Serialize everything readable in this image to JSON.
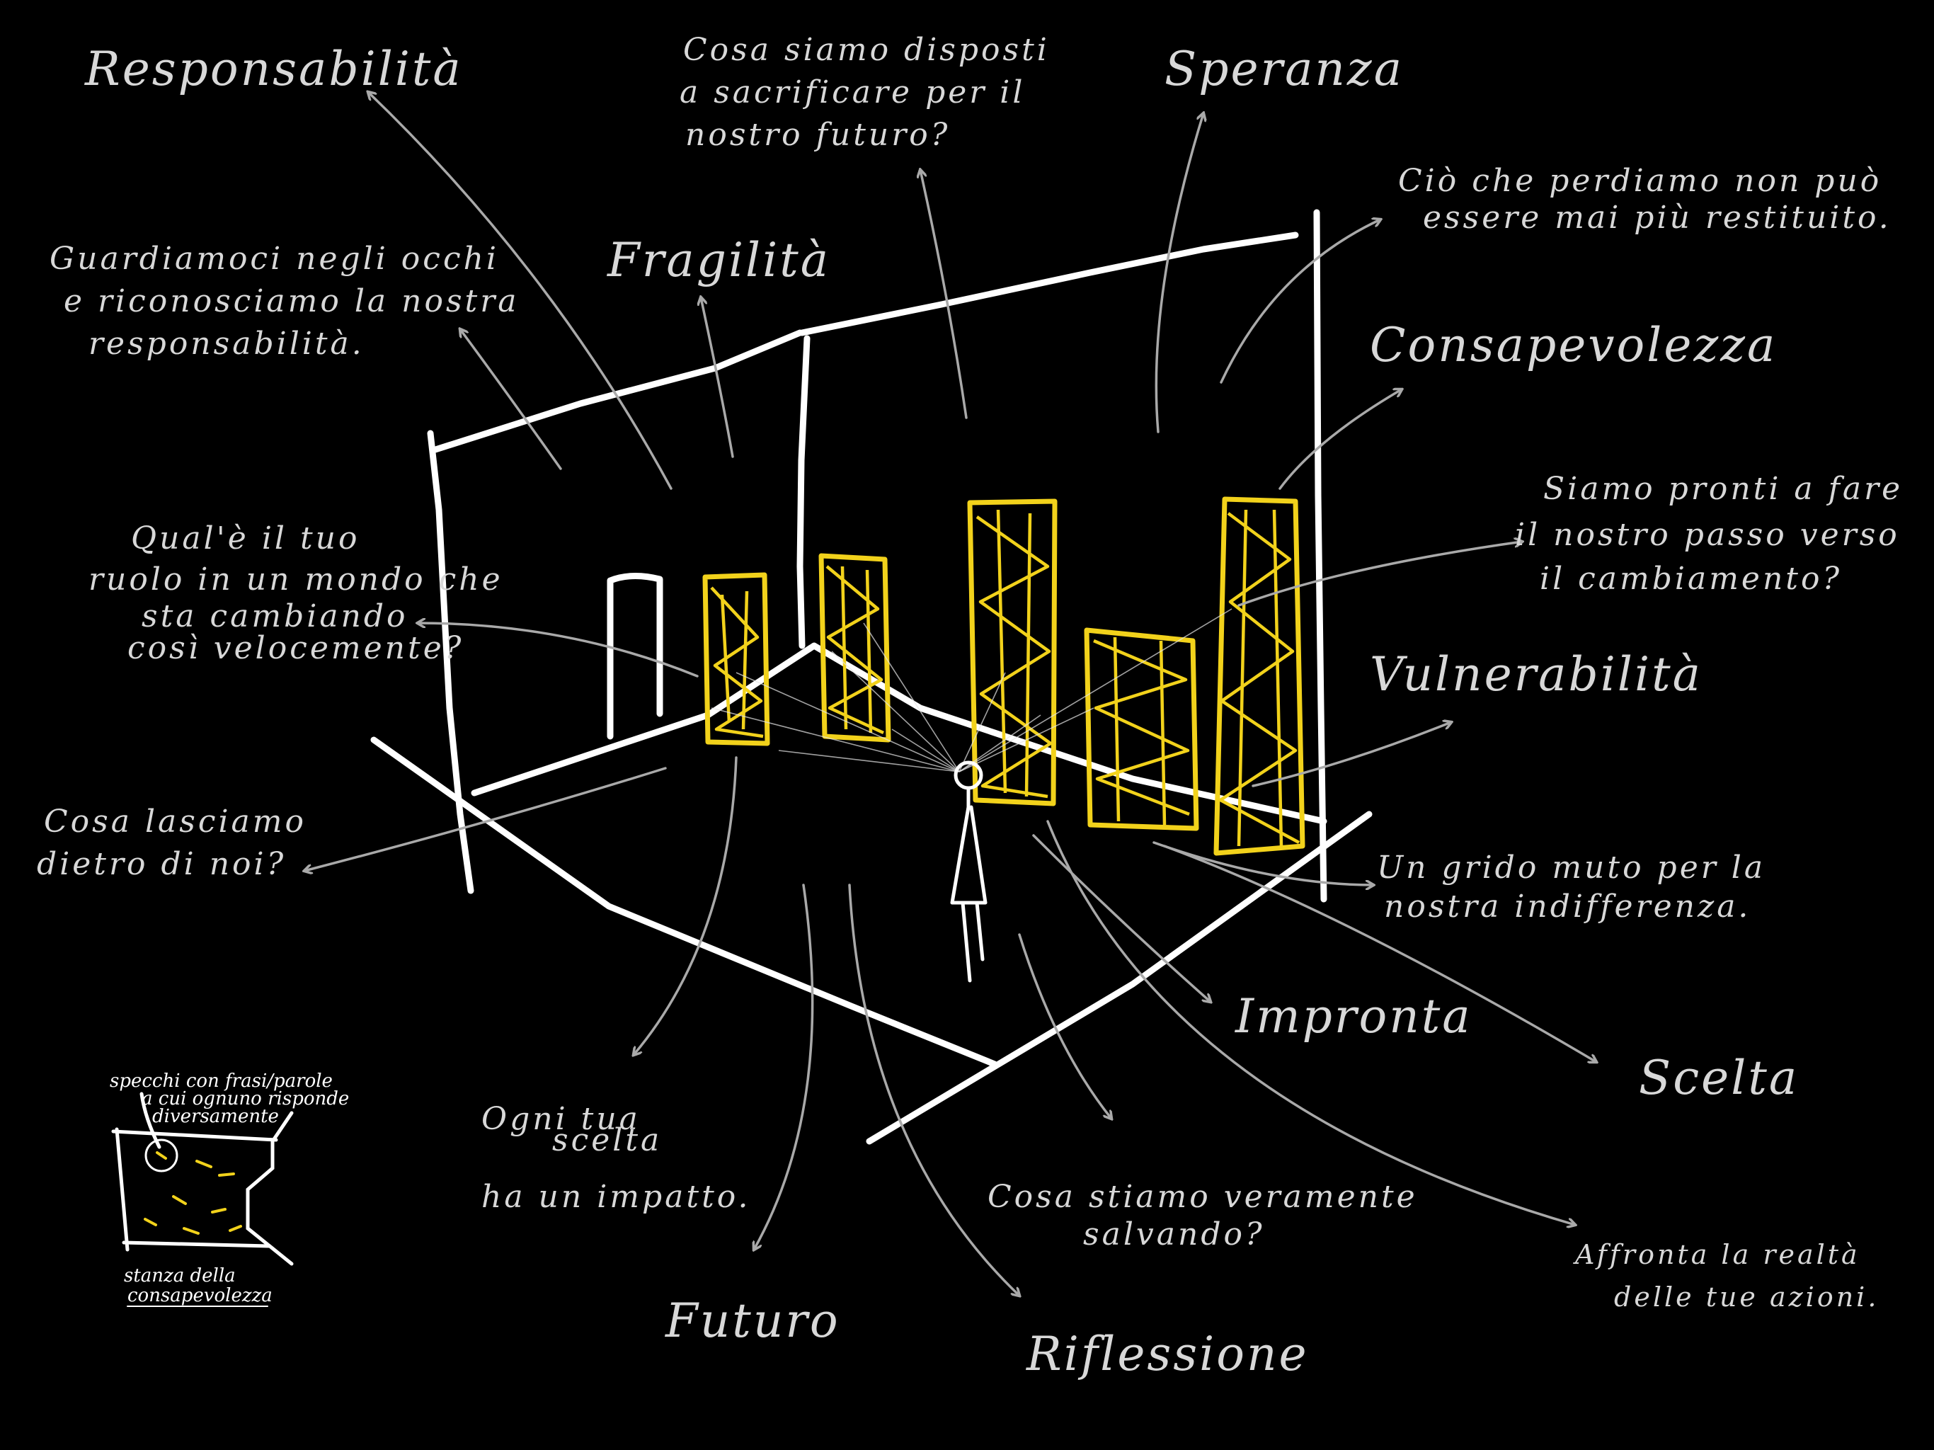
{
  "colors": {
    "background": "#000000",
    "structure": "#ffffff",
    "mirrors": "#f2d21b",
    "arrows": "#a9a9a9",
    "text": "#d8d8d8"
  },
  "keywords": {
    "responsabilita": "Responsabilità",
    "fragilita": "Fragilità",
    "speranza": "Speranza",
    "consapevolezza": "Consapevolezza",
    "vulnerabilita": "Vulnerabilità",
    "impronta": "Impronta",
    "scelta": "Scelta",
    "futuro": "Futuro",
    "riflessione": "Riflessione"
  },
  "notes": {
    "sacrificare": [
      "Cosa siamo disposti",
      "a sacrificare per il",
      "nostro futuro?"
    ],
    "guardiamoci": [
      "Guardiamoci negli occhi",
      "e riconosciamo la nostra",
      "responsabilità."
    ],
    "perdiamo": [
      "Ciò che perdiamo non può",
      "essere mai più restituito."
    ],
    "ruolo": [
      "Qual'è il tuo",
      "ruolo in un mondo che",
      "sta cambiando",
      "così velocemente?"
    ],
    "pronti": [
      "Siamo pronti a fare",
      "il nostro passo verso",
      "il cambiamento?"
    ],
    "lasciamo": [
      "Cosa lasciamo",
      "dietro di noi?"
    ],
    "grido": [
      "Un grido muto per la",
      "nostra indifferenza."
    ],
    "ogni_scelta": [
      "Ogni tua",
      "scelta",
      "ha un impatto."
    ],
    "salvando": [
      "Cosa stiamo veramente",
      "salvando?"
    ],
    "affronta": [
      "Affronta la realtà",
      "delle tue azioni."
    ]
  },
  "inset": {
    "caption_top": [
      "specchi con frasi/parole",
      "a cui ognuno risponde",
      "diversamente"
    ],
    "caption_bottom": [
      "stanza della",
      "consapevolezza"
    ]
  }
}
